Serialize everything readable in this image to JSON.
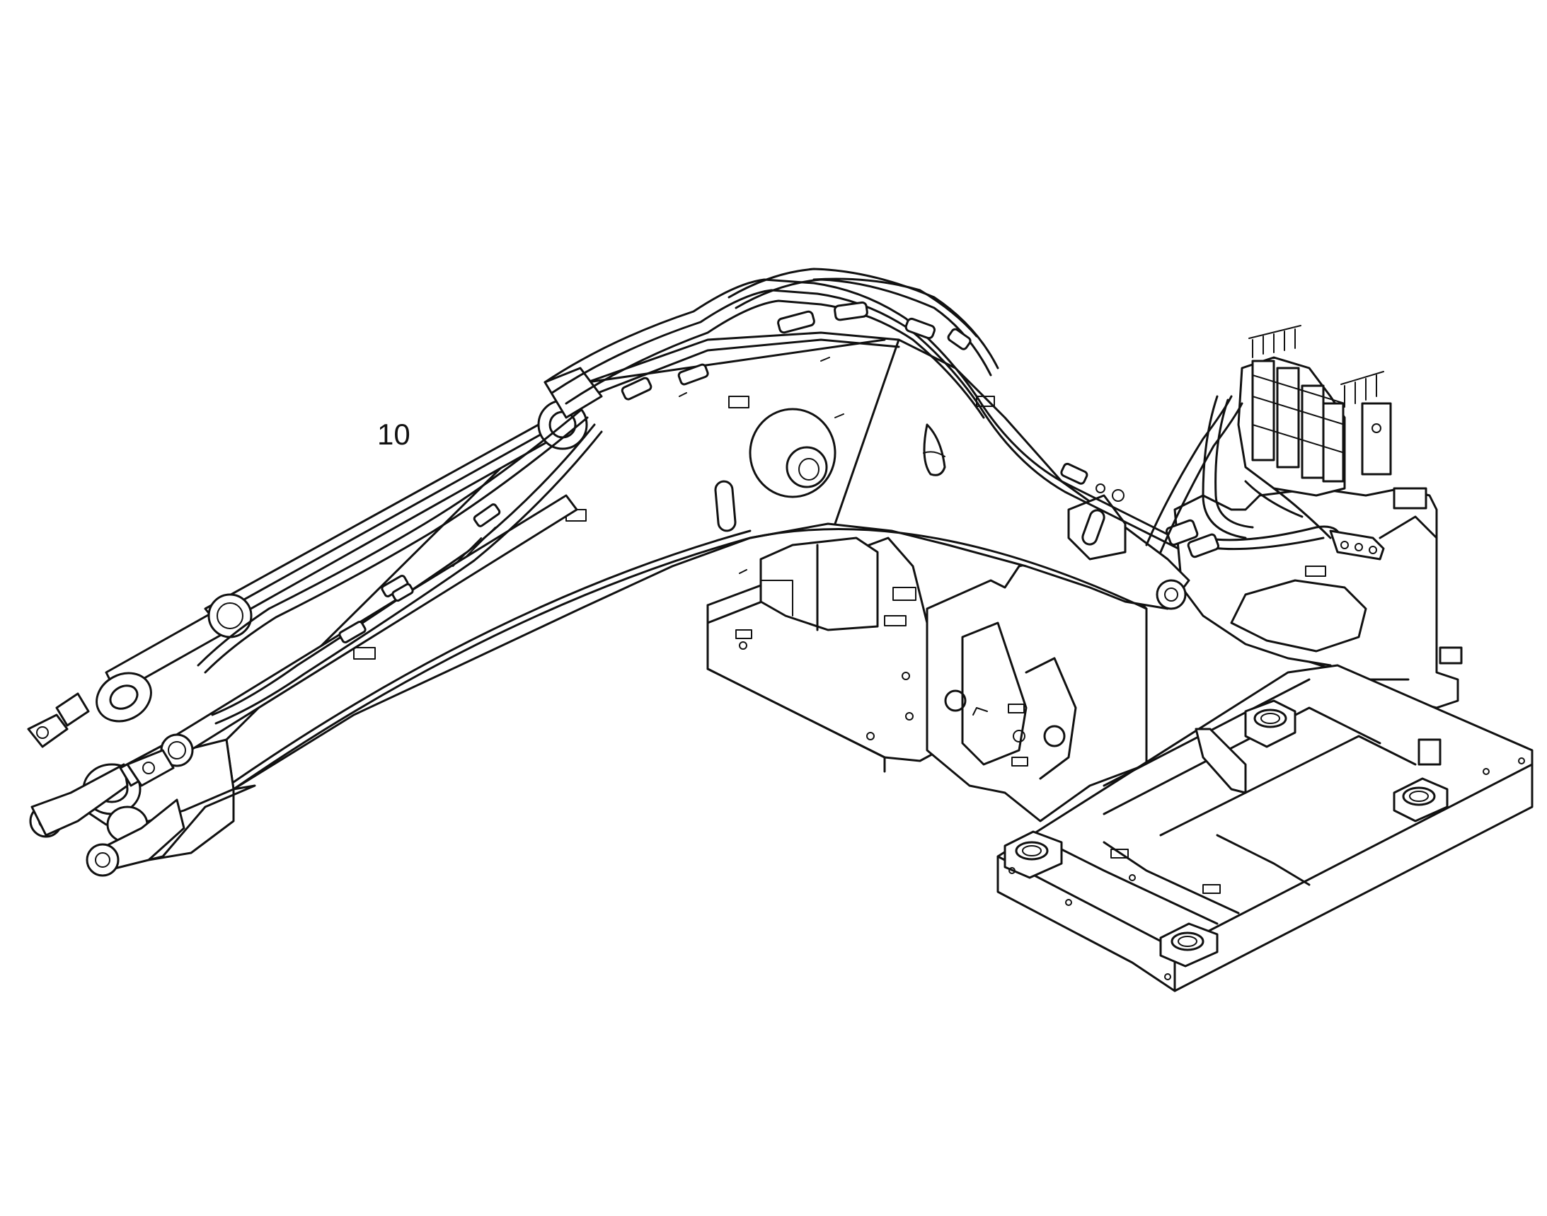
{
  "diagram": {
    "callouts": [
      {
        "label": "10",
        "part": "boom-assembly"
      }
    ],
    "parts": [
      "boom-assembly",
      "hydraulic-hoses",
      "boom-cylinders",
      "control-valve",
      "upper-frame"
    ]
  }
}
